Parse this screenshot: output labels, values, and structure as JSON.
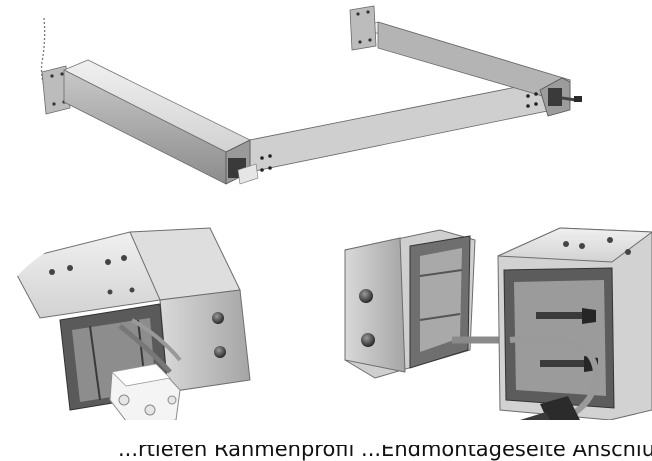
{
  "caption": "...rtiefen Rahmenprofil ...Endmontageseite Anschluss...",
  "colors": {
    "steel_light": "#e2e2e2",
    "steel_mid": "#bdbdbd",
    "steel_dark": "#8a8a8a",
    "steel_shadow": "#5a5a5a",
    "plastic_white": "#f2f2f2",
    "plug_dark": "#2b2b2b"
  },
  "icons": [
    "frame-illustration",
    "corner-detail-junction-box",
    "corner-detail-cable-connector"
  ]
}
